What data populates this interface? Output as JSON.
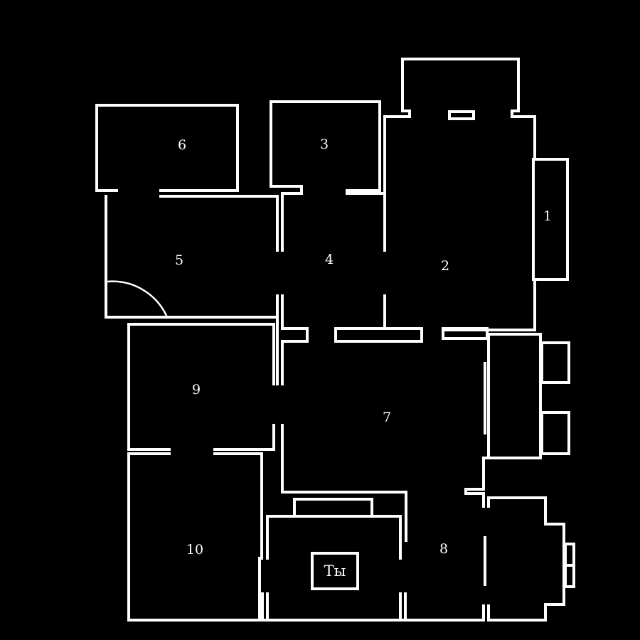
{
  "colors": {
    "background": "#000000",
    "walls": "#ffffff",
    "labels": "#ffffff"
  },
  "rooms": [
    {
      "id": "room-1",
      "label": "1"
    },
    {
      "id": "room-2",
      "label": "2"
    },
    {
      "id": "room-3",
      "label": "3"
    },
    {
      "id": "room-4",
      "label": "4"
    },
    {
      "id": "room-5",
      "label": "5"
    },
    {
      "id": "room-6",
      "label": "6"
    },
    {
      "id": "room-7",
      "label": "7"
    },
    {
      "id": "room-8",
      "label": "8"
    },
    {
      "id": "room-9",
      "label": "9"
    },
    {
      "id": "room-10",
      "label": "10"
    }
  ],
  "you_marker": {
    "label": "Ты"
  }
}
